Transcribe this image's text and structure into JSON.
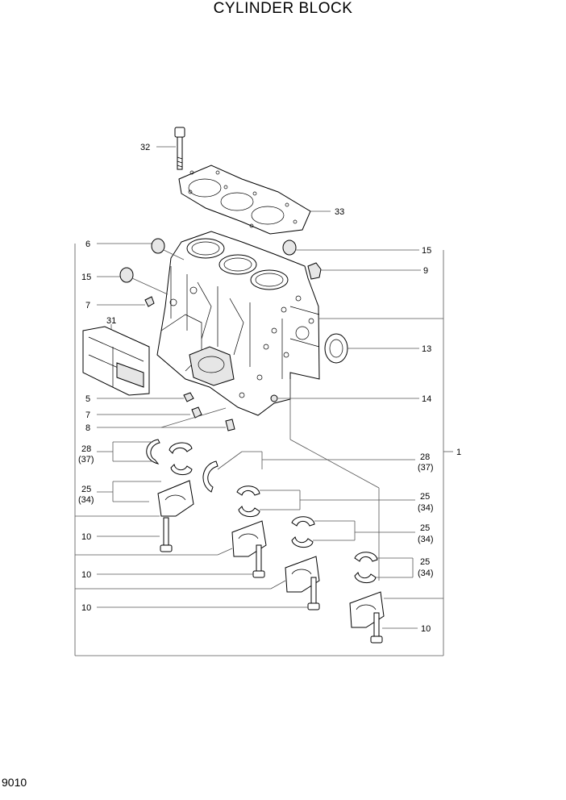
{
  "title": "CYLINDER BLOCK",
  "page_code": "9010",
  "callouts": {
    "c32": "32",
    "c33": "33",
    "c6": "6",
    "c15a": "15",
    "c15b": "15",
    "c9": "9",
    "c7a": "7",
    "c31": "31",
    "c13": "13",
    "c5": "5",
    "c14": "14",
    "c7b": "7",
    "c8": "8",
    "c1": "1",
    "c28a": "28",
    "c37a": "(37)",
    "c28b": "28",
    "c37b": "(37)",
    "c25a": "25",
    "c34a": "(34)",
    "c25b": "25",
    "c34b": "(34)",
    "c25c": "25",
    "c34c": "(34)",
    "c25d": "25",
    "c34d": "(34)",
    "c10a": "10",
    "c10b": "10",
    "c10c": "10",
    "c10d": "10"
  }
}
